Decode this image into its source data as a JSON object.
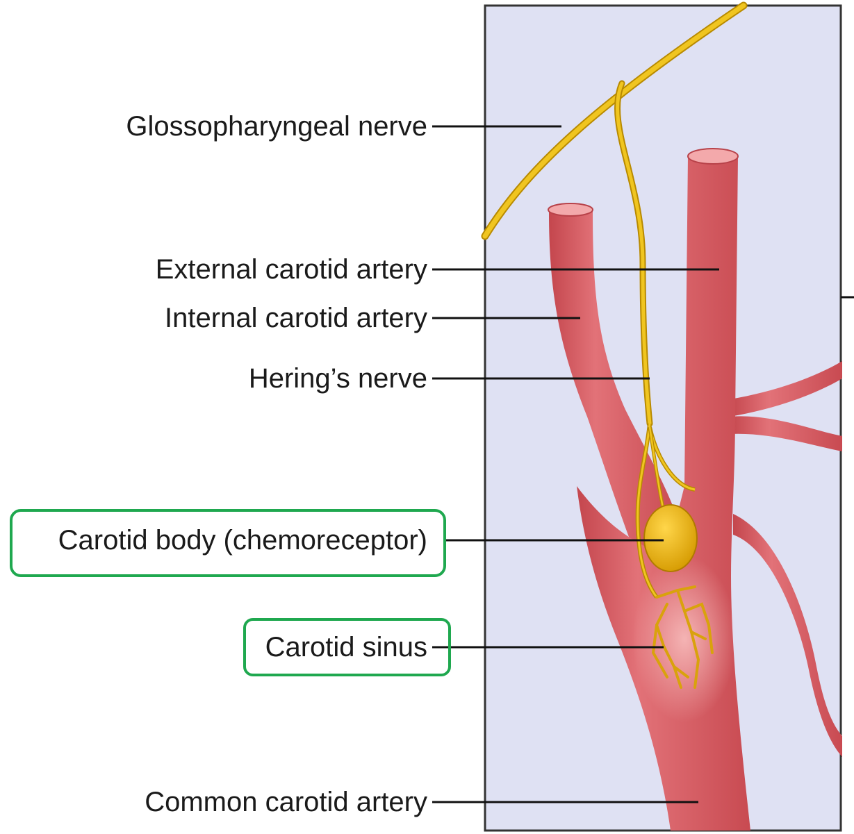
{
  "labels": {
    "glossopharyngeal": "Glossopharyngeal nerve",
    "external_carotid": "External carotid artery",
    "internal_carotid": "Internal carotid artery",
    "herings_nerve": "Hering’s nerve",
    "carotid_body": "Carotid body (chemoreceptor)",
    "carotid_sinus": "Carotid sinus",
    "common_carotid": "Common carotid artery"
  },
  "highlighted": [
    "carotid_body",
    "carotid_sinus"
  ],
  "colors": {
    "panel_background": "#dfe1f3",
    "artery": "#d65a60",
    "artery_dark": "#b84249",
    "nerve": "#e5b818",
    "nerve_dark": "#b88a00",
    "carotid_body": "#e0a810",
    "highlight_box": "#1fa84f"
  }
}
